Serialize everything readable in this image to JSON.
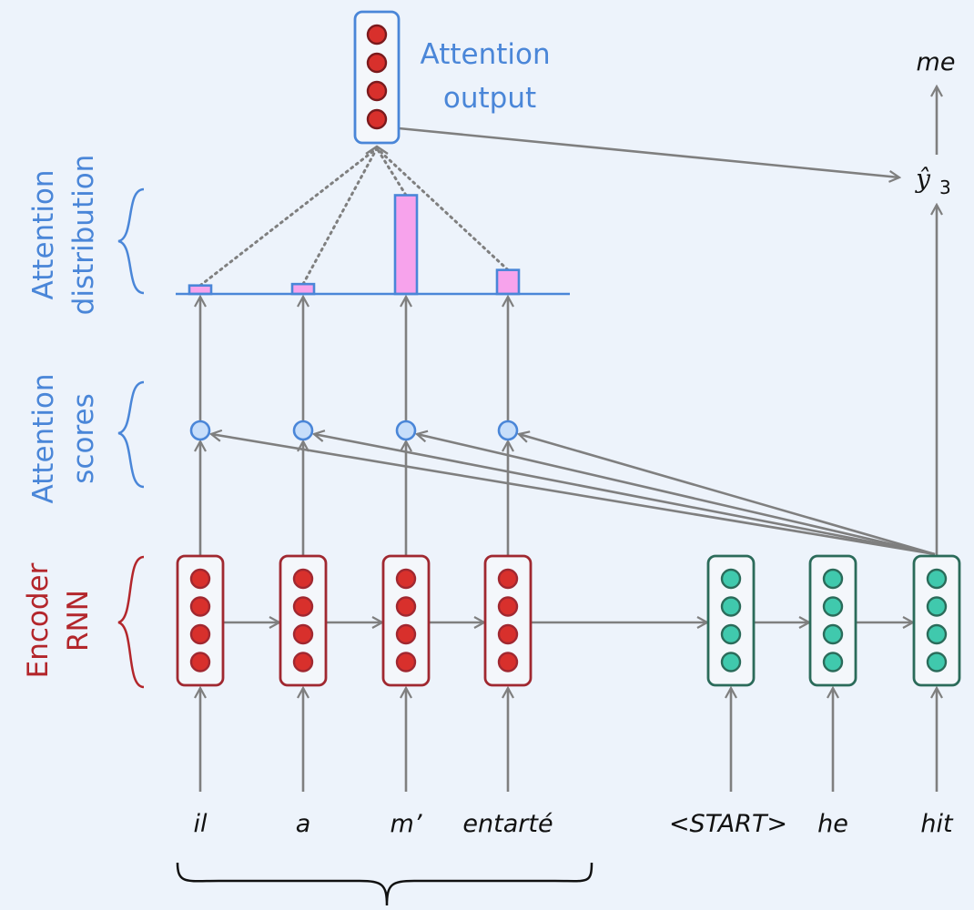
{
  "labels": {
    "attention_output": [
      "Attention",
      "output"
    ],
    "attention_distribution": [
      "Attention",
      "distribution"
    ],
    "attention_scores": [
      "Attention",
      "scores"
    ],
    "encoder_rnn": [
      "Encoder",
      "RNN"
    ]
  },
  "source_words": [
    "il",
    "a",
    "m’",
    "entarté"
  ],
  "target_words": [
    "<START>",
    "he",
    "hit"
  ],
  "output": {
    "prediction_symbol": "ŷ",
    "prediction_subscript": "3",
    "predicted_word": "me"
  },
  "attention_distribution": {
    "values": [
      0.06,
      0.07,
      0.7,
      0.17
    ],
    "note": "relative bar heights over source words il, a, m', entarté"
  },
  "colors": {
    "background": "#edf3fb",
    "encoder_border": "#a02830",
    "encoder_node": "#d8302c",
    "decoder_border": "#2b6b5a",
    "decoder_node": "#40c9ad",
    "attention_blue": "#4a86d8",
    "bar_fill": "#f7a3ec",
    "arrow": "#7f7f7f"
  },
  "nodes_per_vector": 4
}
